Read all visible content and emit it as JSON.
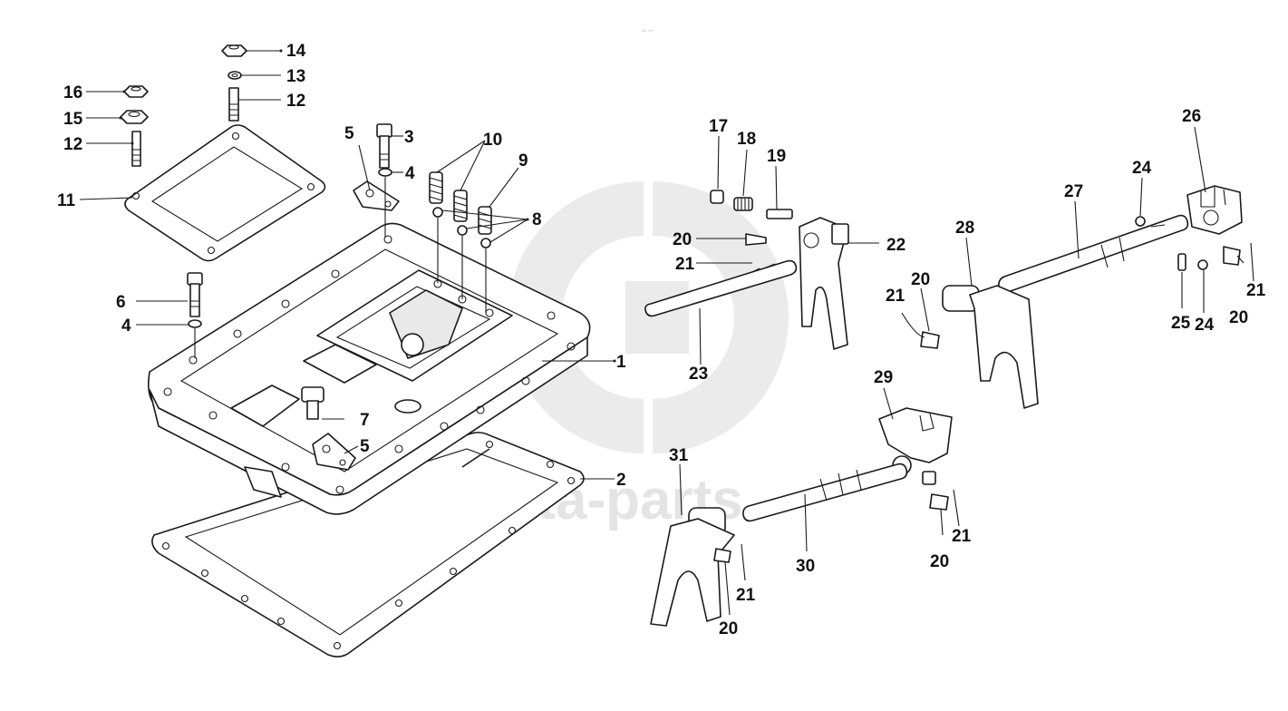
{
  "watermark": {
    "text": "data-parts",
    "small_mark": "˷˳ ˳˳˳"
  },
  "callouts": {
    "c1": "1",
    "c2": "2",
    "c3": "3",
    "c4a": "4",
    "c4b": "4",
    "c5a": "5",
    "c5b": "5",
    "c6": "6",
    "c7": "7",
    "c8": "8",
    "c9": "9",
    "c10": "10",
    "c11": "11",
    "c12a": "12",
    "c12b": "12",
    "c13": "13",
    "c14": "14",
    "c15": "15",
    "c16": "16",
    "c17": "17",
    "c18": "18",
    "c19": "19",
    "c20a": "20",
    "c20b": "20",
    "c20c": "20",
    "c20d": "20",
    "c20e": "20",
    "c21a": "21",
    "c21b": "21",
    "c21c": "21",
    "c21d": "21",
    "c21e": "21",
    "c22": "22",
    "c23": "23",
    "c24a": "24",
    "c24b": "24",
    "c25": "25",
    "c26": "26",
    "c27": "27",
    "c28": "28",
    "c29": "29",
    "c30": "30",
    "c31": "31"
  }
}
